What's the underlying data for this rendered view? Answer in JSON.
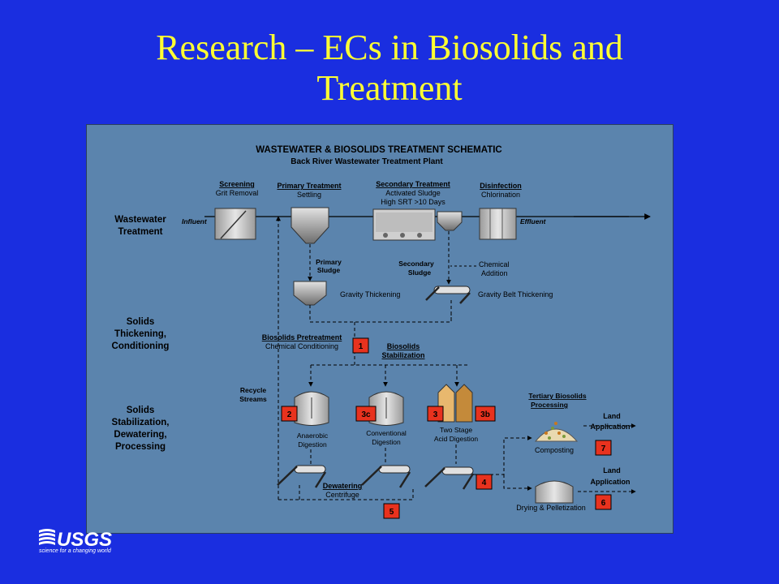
{
  "slide": {
    "title_line1": "Research – ECs in Biosolids and",
    "title_line2": "Treatment",
    "title_color": "#ffff33",
    "background_color": "#1a2ee0"
  },
  "diagram": {
    "title": "WASTEWATER & BIOSOLIDS TREATMENT SCHEMATIC",
    "subtitle": "Back River Wastewater Treatment Plant",
    "rows": {
      "wastewater_1": "Wastewater",
      "wastewater_2": "Treatment",
      "thickening_1": "Solids",
      "thickening_2": "Thickening,",
      "thickening_3": "Conditioning",
      "stabilization_1": "Solids",
      "stabilization_2": "Stabilization,",
      "stabilization_3": "Dewatering,",
      "stabilization_4": "Processing"
    },
    "flow": {
      "influent": "Influent",
      "effluent": "Effluent"
    },
    "units": {
      "screening": "Screening",
      "grit": "Grit Removal",
      "primary": "Primary Treatment",
      "settling": "Settling",
      "secondary": "Secondary Treatment",
      "activated": "Activated Sludge",
      "srt": "High SRT >10 Days",
      "disinfection": "Disinfection",
      "chlorination": "Chlorination",
      "primary_sludge_1": "Primary",
      "primary_sludge_2": "Sludge",
      "secondary_sludge_1": "Secondary",
      "secondary_sludge_2": "Sludge",
      "chemical_1": "Chemical",
      "chemical_2": "Addition",
      "gravity_thickening": "Gravity Thickening",
      "gravity_belt": "Gravity Belt Thickening",
      "pretreatment": "Biosolids Pretreatment",
      "chem_conditioning": "Chemical Conditioning",
      "stab_1": "Biosolids",
      "stab_2": "Stabilization",
      "recycle_1": "Recycle",
      "recycle_2": "Streams",
      "anaerobic_1": "Anaerobic",
      "anaerobic_2": "Digestion",
      "conventional_1": "Conventional",
      "conventional_2": "Digestion",
      "twostage_1": "Two Stage",
      "twostage_2": "Acid Digestion",
      "tertiary_1": "Tertiary Biosolids",
      "tertiary_2": "Processing",
      "composting": "Composting",
      "land_app_1a": "Land",
      "land_app_1b": "Application",
      "land_app_2a": "Land",
      "land_app_2b": "Application",
      "dewatering": "Dewatering",
      "centrifuge": "Centrifuge",
      "drying": "Drying & Pelletization"
    },
    "markers": {
      "m1": "1",
      "m2": "2",
      "m3c": "3c",
      "m3": "3",
      "m3b": "3b",
      "m4": "4",
      "m5": "5",
      "m6": "6",
      "m7": "7"
    },
    "marker_color": "#e8321e"
  },
  "logo": {
    "text": "USGS",
    "tagline": "science for a changing world"
  }
}
